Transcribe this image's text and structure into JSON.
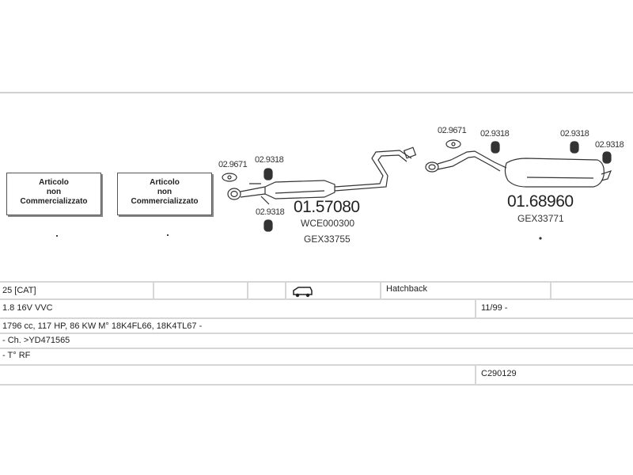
{
  "not_available_boxes": [
    {
      "line1": "Articolo",
      "line2": "non",
      "line3": "Commercializzato"
    },
    {
      "line1": "Articolo",
      "line2": "non",
      "line3": "Commercializzato"
    }
  ],
  "diagram": {
    "front_gasket": "02.9671",
    "front_hanger_top": "02.9318",
    "front_hanger_bottom": "02.9318",
    "center_part_number": "01.57080",
    "center_ref_1": "WCE000300",
    "center_ref_2": "GEX33755",
    "rear_gasket": "02.9671",
    "rear_hanger_1": "02.9318",
    "rear_hanger_2": "02.9318",
    "rear_hanger_3": "02.9318",
    "rear_part_number": "01.68960",
    "rear_ref_1": "GEX33771"
  },
  "table": {
    "row1": {
      "model": "25  [CAT]",
      "body_type": "Hatchback",
      "body_icon": "car-icon"
    },
    "row2": {
      "engine": "1.8 16V VVC",
      "dates": "11/99 -"
    },
    "row3": {
      "specs": "1796 cc, 117 HP, 86 KW M° 18K4FL66, 18K4TL67 -"
    },
    "row4": {
      "chassis": "- Ch. >YD471565"
    },
    "row5": {
      "note": "- T° RF"
    },
    "row6": {
      "code": "C290129"
    }
  }
}
